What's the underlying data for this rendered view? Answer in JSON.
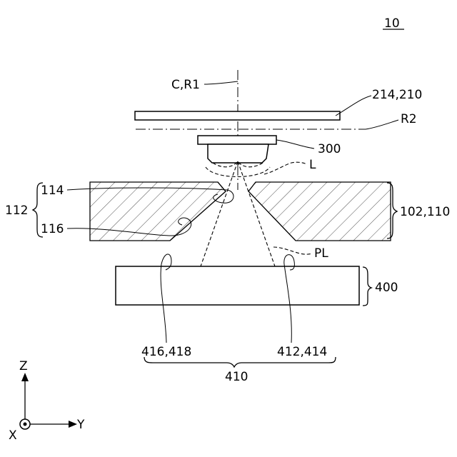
{
  "figure": {
    "ref_number": "10",
    "labels": {
      "c_r1": "C,R1",
      "r2": "R2",
      "part_214_210": "214,210",
      "part_300": "300",
      "l": "L",
      "part_114": "114",
      "part_116": "116",
      "part_112": "112",
      "part_102_110": "102,110",
      "pl": "PL",
      "part_400": "400",
      "part_416_418": "416,418",
      "part_412_414": "412,414",
      "part_410": "410"
    },
    "axes": {
      "z": "Z",
      "y": "Y",
      "x": "X"
    }
  }
}
